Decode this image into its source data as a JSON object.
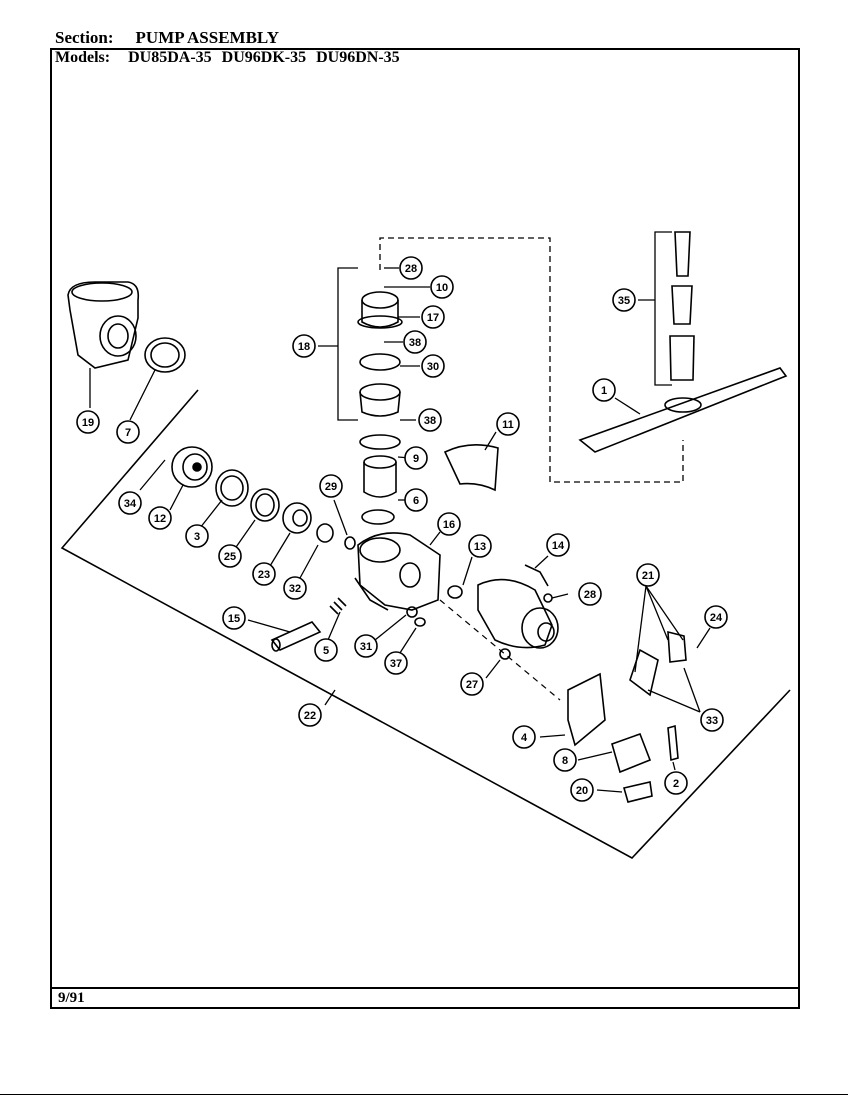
{
  "header": {
    "section_label": "Section:",
    "section_value": "PUMP ASSEMBLY",
    "models_label": "Models:",
    "models_value": "DU85DA-35 DU96DK-35 DU96DN-35"
  },
  "footer": {
    "date": "9/91"
  },
  "callouts": [
    {
      "id": "c28a",
      "label": "28"
    },
    {
      "id": "c10",
      "label": "10"
    },
    {
      "id": "c17",
      "label": "17"
    },
    {
      "id": "c18",
      "label": "18"
    },
    {
      "id": "c38a",
      "label": "38"
    },
    {
      "id": "c30",
      "label": "30"
    },
    {
      "id": "c38b",
      "label": "38"
    },
    {
      "id": "c35",
      "label": "35"
    },
    {
      "id": "c1",
      "label": "1"
    },
    {
      "id": "c19",
      "label": "19"
    },
    {
      "id": "c7",
      "label": "7"
    },
    {
      "id": "c11",
      "label": "11"
    },
    {
      "id": "c9",
      "label": "9"
    },
    {
      "id": "c6",
      "label": "6"
    },
    {
      "id": "c29",
      "label": "29"
    },
    {
      "id": "c34",
      "label": "34"
    },
    {
      "id": "c12",
      "label": "12"
    },
    {
      "id": "c3",
      "label": "3"
    },
    {
      "id": "c25",
      "label": "25"
    },
    {
      "id": "c23",
      "label": "23"
    },
    {
      "id": "c32",
      "label": "32"
    },
    {
      "id": "c16",
      "label": "16"
    },
    {
      "id": "c13",
      "label": "13"
    },
    {
      "id": "c14",
      "label": "14"
    },
    {
      "id": "c28b",
      "label": "28"
    },
    {
      "id": "c21",
      "label": "21"
    },
    {
      "id": "c24",
      "label": "24"
    },
    {
      "id": "c15",
      "label": "15"
    },
    {
      "id": "c5",
      "label": "5"
    },
    {
      "id": "c31",
      "label": "31"
    },
    {
      "id": "c37",
      "label": "37"
    },
    {
      "id": "c27",
      "label": "27"
    },
    {
      "id": "c33",
      "label": "33"
    },
    {
      "id": "c22",
      "label": "22"
    },
    {
      "id": "c4",
      "label": "4"
    },
    {
      "id": "c8",
      "label": "8"
    },
    {
      "id": "c2",
      "label": "2"
    },
    {
      "id": "c20",
      "label": "20"
    }
  ]
}
